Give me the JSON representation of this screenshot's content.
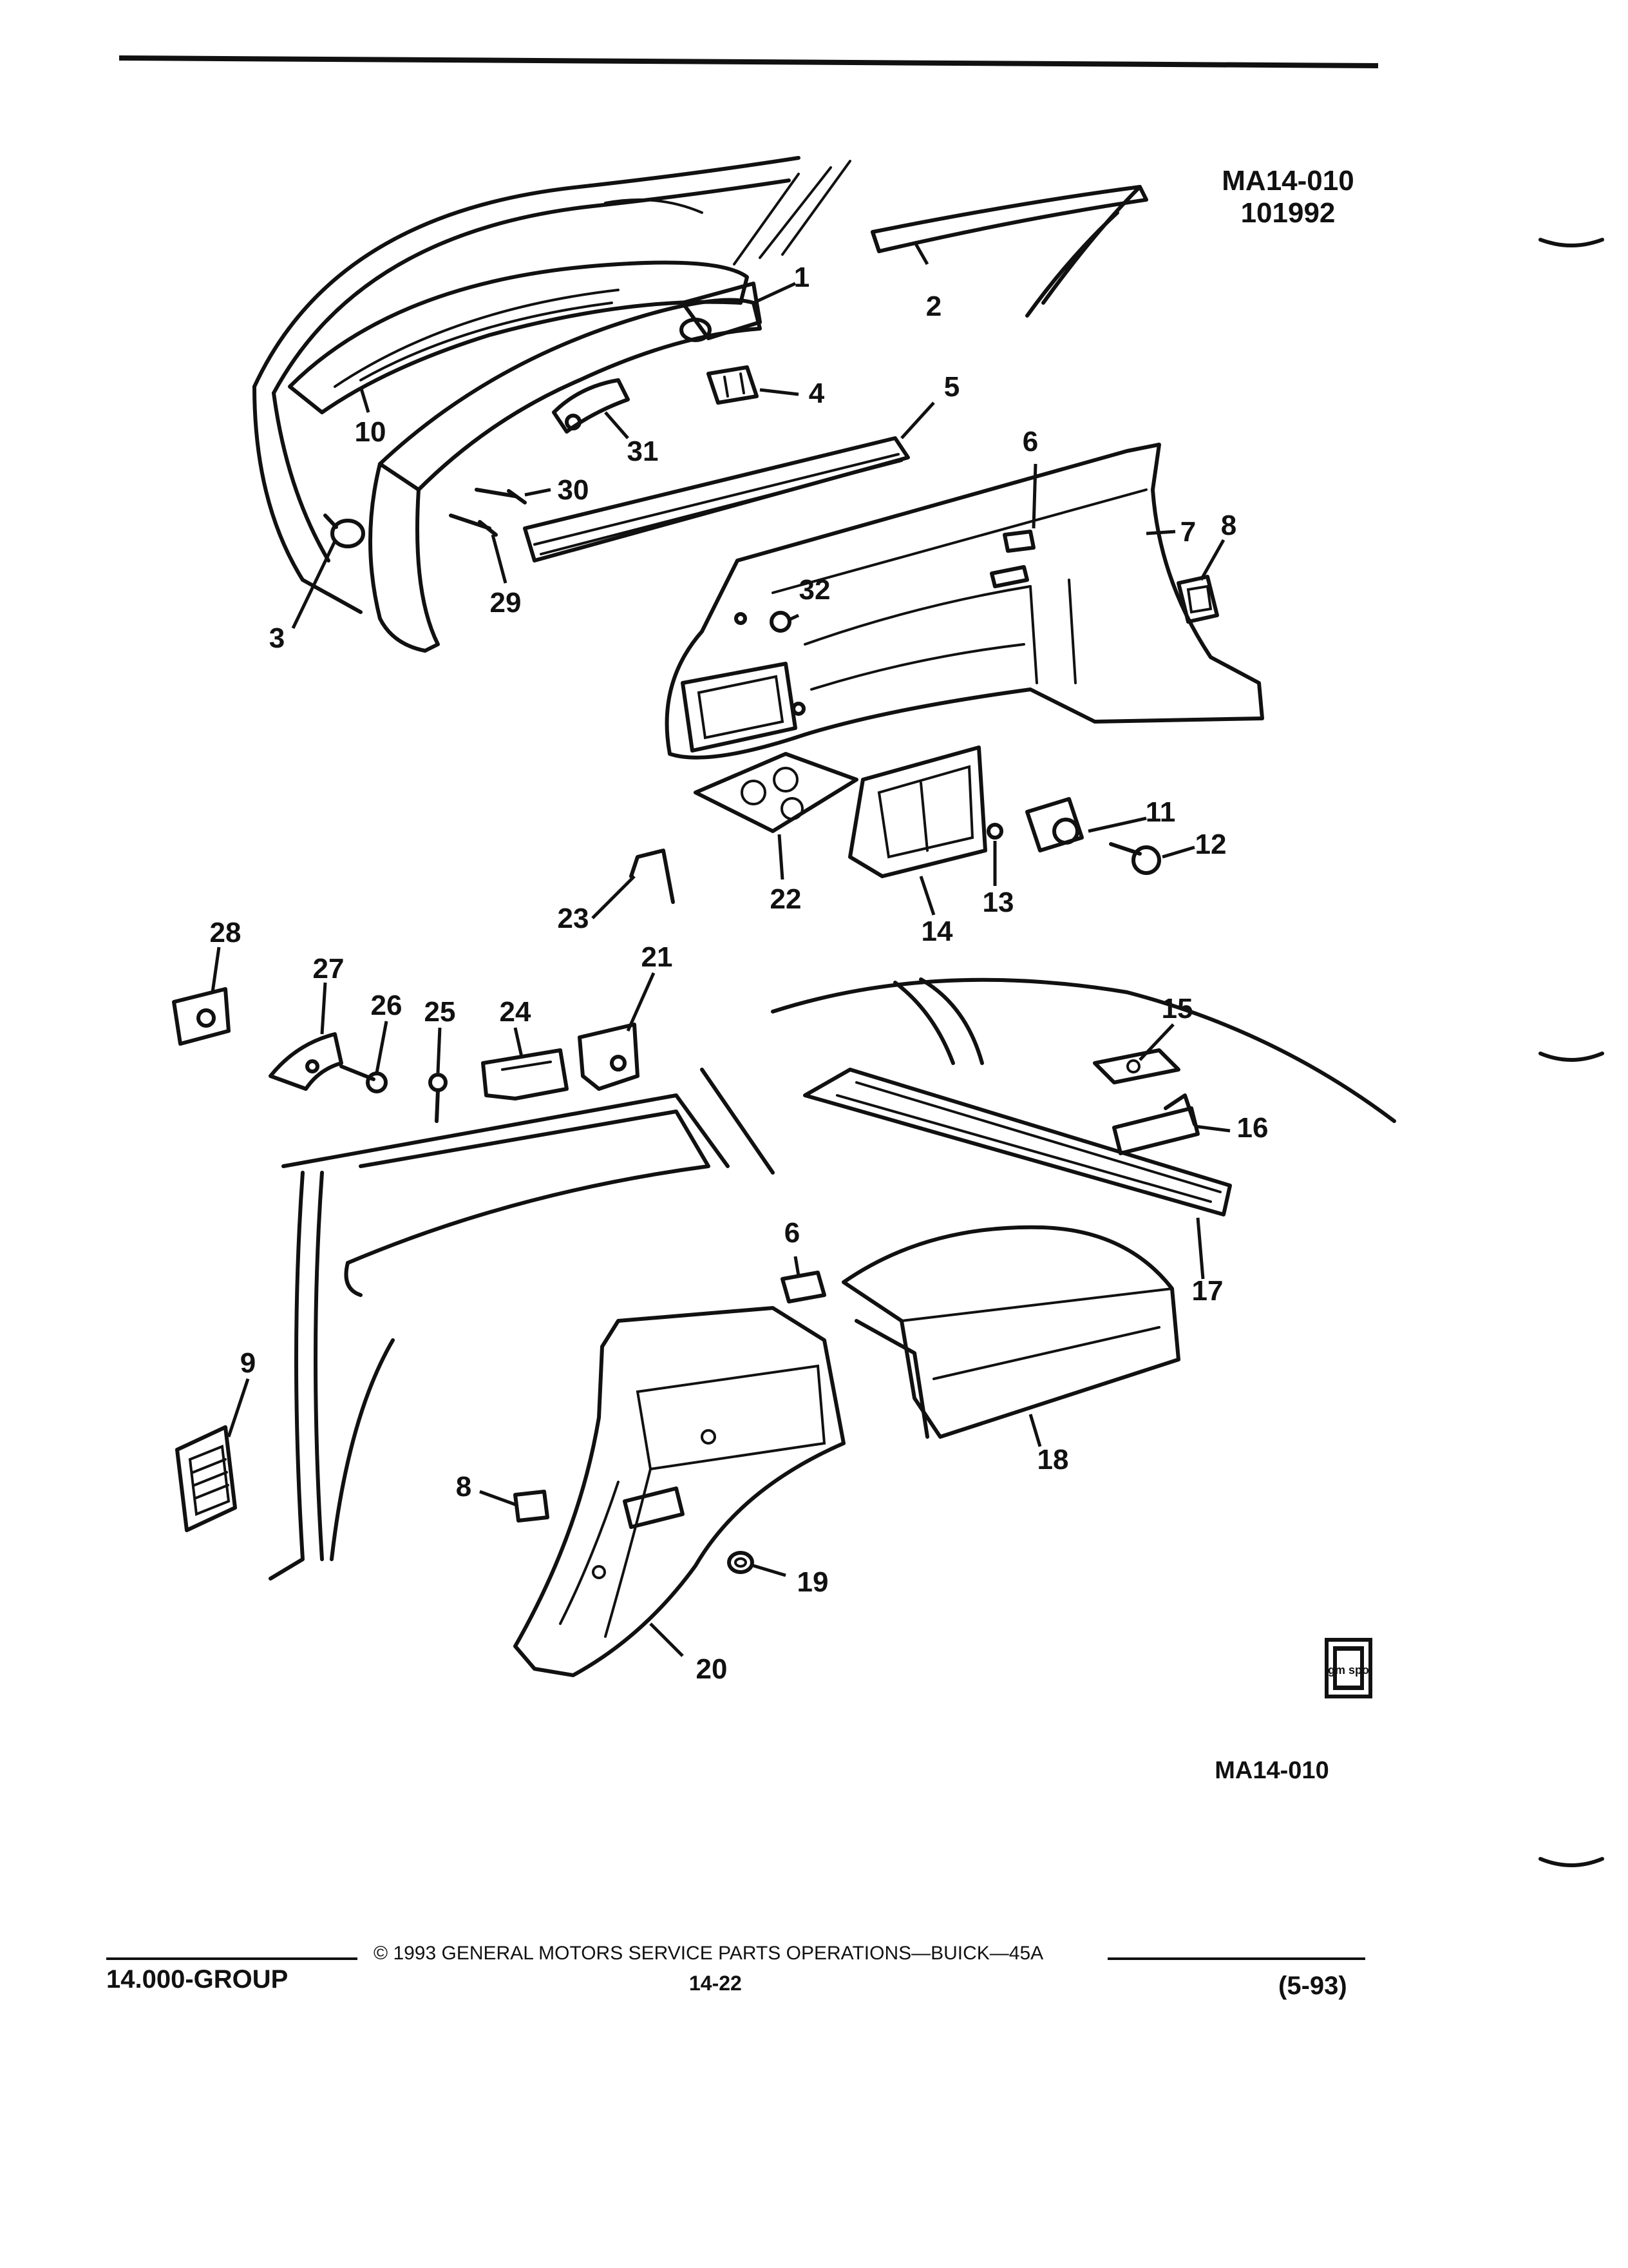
{
  "header": {
    "code": "MA14-010",
    "date_code": "101992"
  },
  "figure": {
    "callouts": [
      {
        "id": "c1",
        "label": "1"
      },
      {
        "id": "c2",
        "label": "2"
      },
      {
        "id": "c3",
        "label": "3"
      },
      {
        "id": "c4",
        "label": "4"
      },
      {
        "id": "c5",
        "label": "5"
      },
      {
        "id": "c6a",
        "label": "6"
      },
      {
        "id": "c6b",
        "label": "6"
      },
      {
        "id": "c7",
        "label": "7"
      },
      {
        "id": "c8a",
        "label": "8"
      },
      {
        "id": "c8b",
        "label": "8"
      },
      {
        "id": "c9",
        "label": "9"
      },
      {
        "id": "c10",
        "label": "10"
      },
      {
        "id": "c11",
        "label": "11"
      },
      {
        "id": "c12",
        "label": "12"
      },
      {
        "id": "c13",
        "label": "13"
      },
      {
        "id": "c14",
        "label": "14"
      },
      {
        "id": "c15",
        "label": "15"
      },
      {
        "id": "c16",
        "label": "16"
      },
      {
        "id": "c17",
        "label": "17"
      },
      {
        "id": "c18",
        "label": "18"
      },
      {
        "id": "c19",
        "label": "19"
      },
      {
        "id": "c20",
        "label": "20"
      },
      {
        "id": "c21",
        "label": "21"
      },
      {
        "id": "c22",
        "label": "22"
      },
      {
        "id": "c23",
        "label": "23"
      },
      {
        "id": "c24",
        "label": "24"
      },
      {
        "id": "c25",
        "label": "25"
      },
      {
        "id": "c26",
        "label": "26"
      },
      {
        "id": "c27",
        "label": "27"
      },
      {
        "id": "c28",
        "label": "28"
      },
      {
        "id": "c29",
        "label": "29"
      },
      {
        "id": "c30",
        "label": "30"
      },
      {
        "id": "c31",
        "label": "31"
      },
      {
        "id": "c32",
        "label": "32"
      }
    ],
    "badge_text": "gm spo",
    "footer_code": "MA14-010"
  },
  "footer": {
    "copyright": "© 1993 GENERAL MOTORS SERVICE PARTS OPERATIONS—BUICK—45A",
    "group": "14.000-GROUP",
    "page": "14-22",
    "revision": "(5-93)"
  }
}
